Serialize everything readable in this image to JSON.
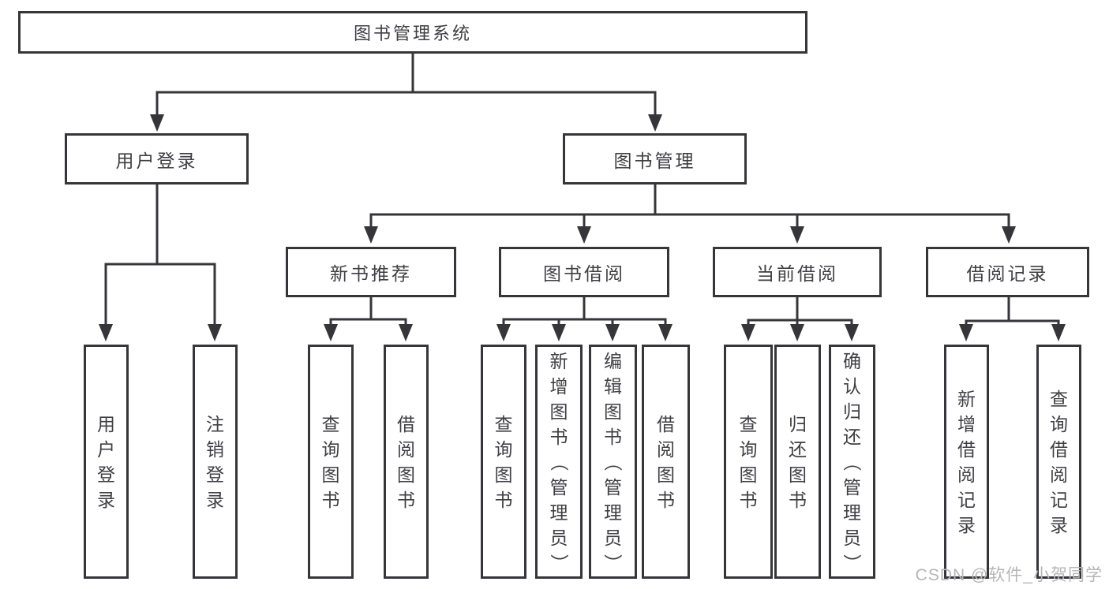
{
  "title": {
    "label": "图书管理系统"
  },
  "branches": [
    {
      "label": "用户登录",
      "children": [
        "用户登录",
        "注销登录"
      ]
    },
    {
      "label": "图书管理",
      "modules": [
        {
          "label": "新书推荐",
          "children": [
            "查询图书",
            "借阅图书"
          ]
        },
        {
          "label": "图书借阅",
          "children": [
            "查询图书",
            "新增图书（管理员）",
            "编辑图书（管理员）",
            "借阅图书"
          ]
        },
        {
          "label": "当前借阅",
          "children": [
            "查询图书",
            "归还图书",
            "确认归还（管理员）"
          ]
        },
        {
          "label": "借阅记录",
          "children": [
            "新增借阅记录",
            "查询借阅记录"
          ]
        }
      ]
    }
  ],
  "watermark": {
    "text": "CSDN @软件_小贺同学"
  },
  "colors": {
    "line": "#36363a",
    "text": "#3f3f44",
    "background": "#ffffff",
    "watermark": "#b6b6b6"
  }
}
